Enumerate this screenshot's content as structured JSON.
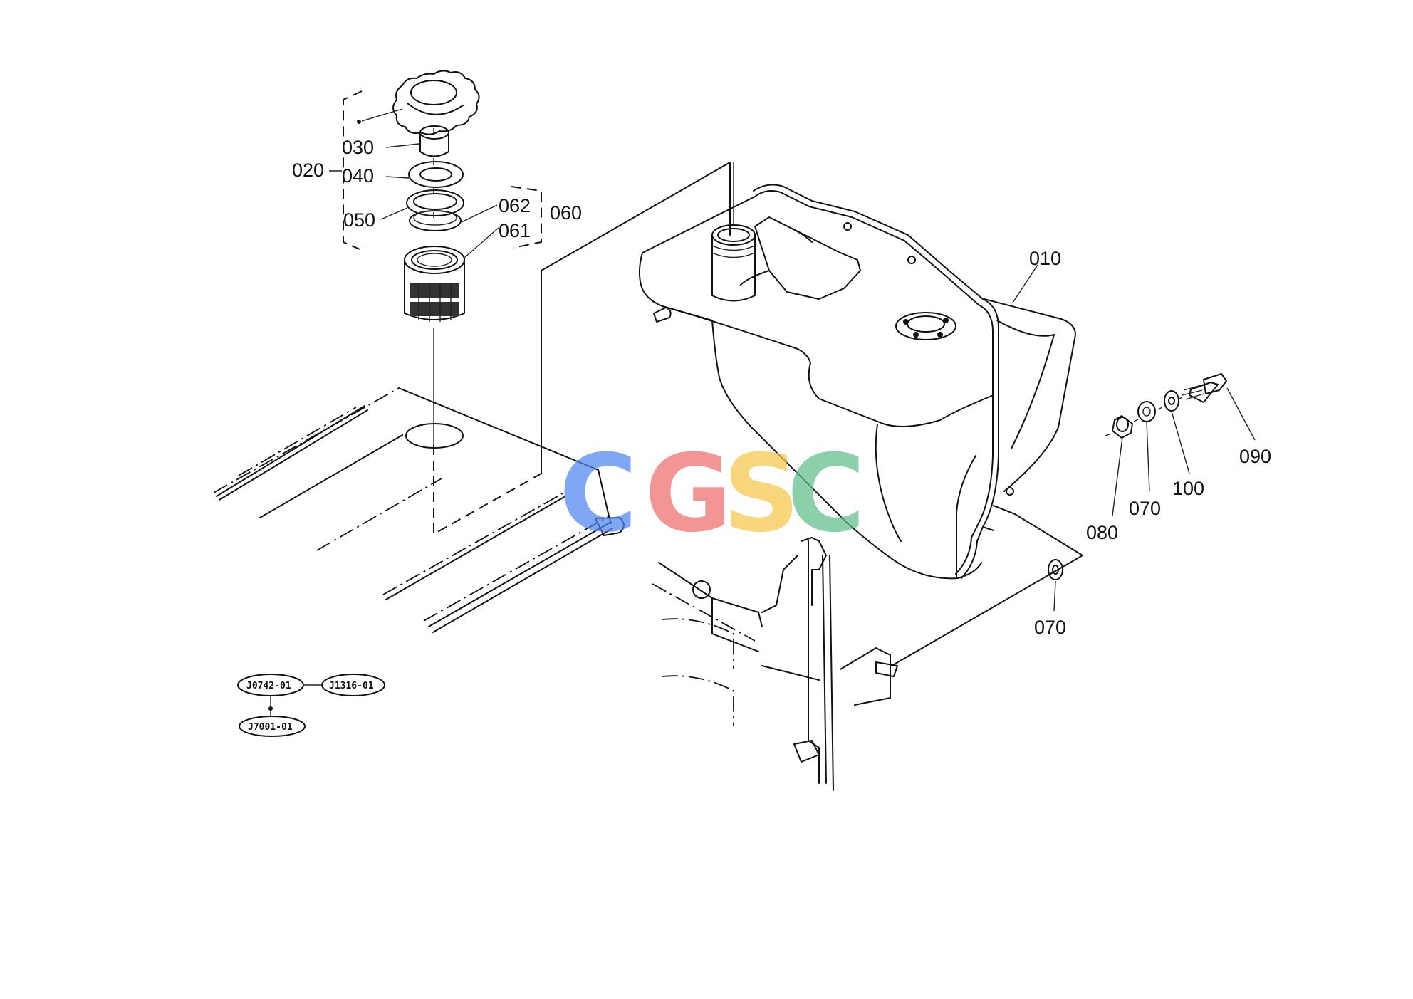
{
  "diagram": {
    "callouts": {
      "p010": "010",
      "p020": "020",
      "p030": "030",
      "p040": "040",
      "p050": "050",
      "p060": "060",
      "p061": "061",
      "p062": "062",
      "p070a": "070",
      "p070b": "070",
      "p080": "080",
      "p090": "090",
      "p100": "100"
    },
    "references": {
      "ref1": "J0742-01",
      "ref2": "J1316-01",
      "ref3": "J7001-01"
    }
  },
  "watermark": {
    "letters": [
      "C",
      "G",
      "S",
      "C"
    ],
    "colors": [
      "#4f86f0",
      "#ef6d6d",
      "#f6c94a",
      "#5fbf8c"
    ]
  }
}
